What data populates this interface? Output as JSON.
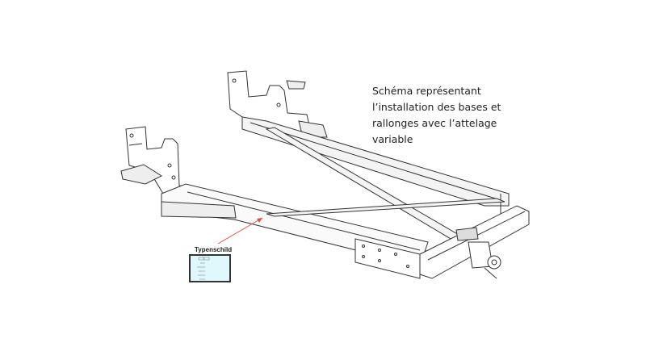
{
  "caption": {
    "lines": [
      "Schéma représentant",
      "l’installation des bases et",
      "rallonges avec l’attelage",
      "variable"
    ]
  },
  "plate": {
    "label": "Typenschild",
    "fill_color": "#dff8fc"
  },
  "colors": {
    "line": "#333333",
    "arrow": "#e05040"
  }
}
